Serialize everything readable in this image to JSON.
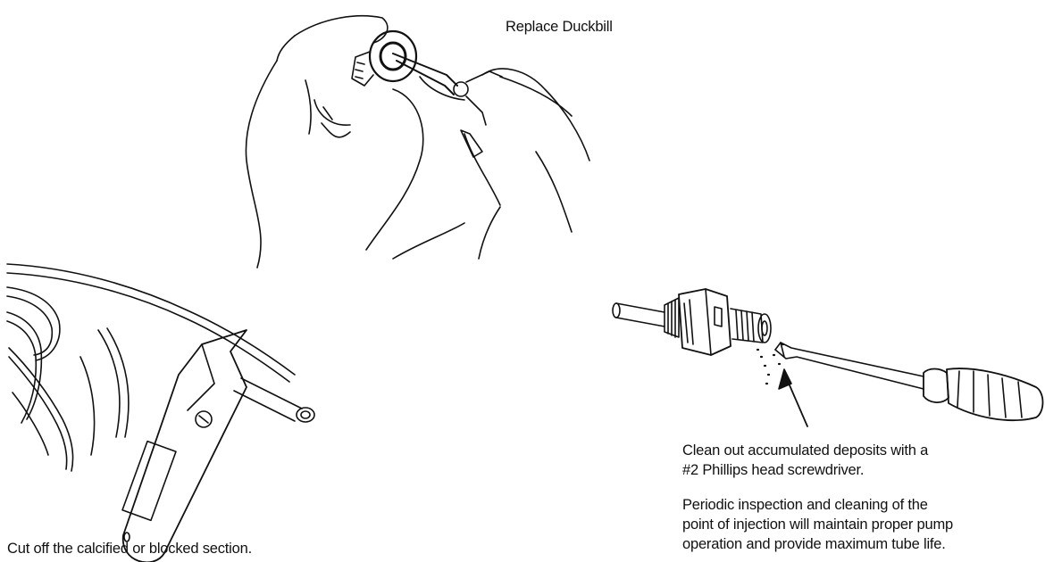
{
  "labels": {
    "replace_duckbill": "Replace Duckbill",
    "cut_off": "Cut off the calcified or blocked section.",
    "clean_out_line1": "Clean out accumulated deposits with a",
    "clean_out_line2": "#2 Phillips head screwdriver.",
    "periodic_line1": "Periodic inspection and cleaning of the",
    "periodic_line2": "point of injection will maintain proper pump",
    "periodic_line3": "operation and provide maximum tube life."
  },
  "colors": {
    "ink": "#111111",
    "background": "#ffffff"
  }
}
